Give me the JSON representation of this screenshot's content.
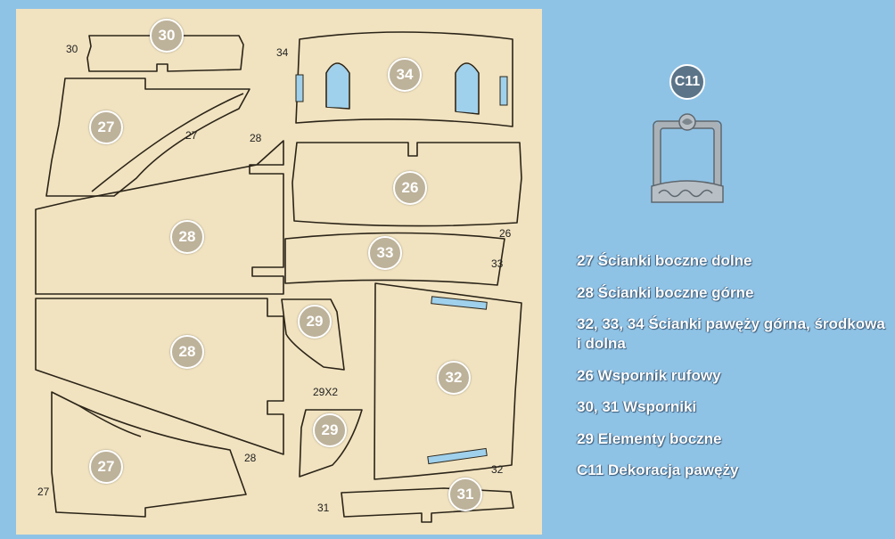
{
  "sheet": {
    "badges": [
      "30",
      "34",
      "27",
      "28",
      "26",
      "33",
      "29",
      "28",
      "32",
      "29",
      "27",
      "31"
    ],
    "labels": [
      "30",
      "34",
      "27",
      "28",
      "26",
      "33",
      "29X2",
      "28",
      "32",
      "27",
      "31"
    ]
  },
  "decoration": {
    "badge": "C11"
  },
  "legend": [
    "27 Ścianki boczne dolne",
    "28 Ścianki boczne górne",
    "32, 33, 34 Ścianki pawęży górna, środkowa i dolna",
    "26 Wspornik rufowy",
    "30, 31 Wsporniki",
    "29 Elementy boczne",
    "C11 Dekoracja pawęży"
  ],
  "colors": {
    "background": "#8fc3e6",
    "plywood": "#f1e3c0",
    "outline": "#2b2418",
    "legend_text": "#ffffff"
  }
}
